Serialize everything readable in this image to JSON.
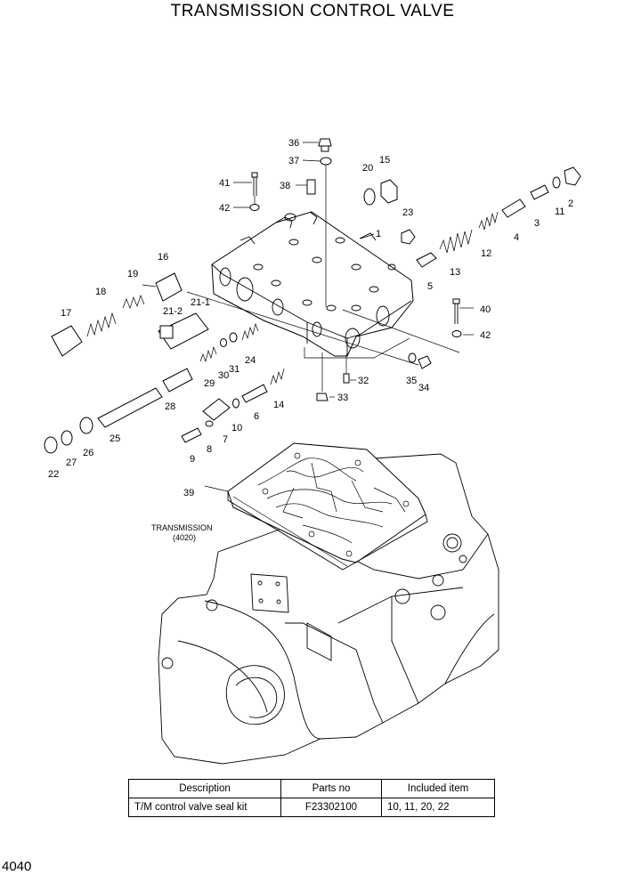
{
  "title": "TRANSMISSION CONTROL VALVE",
  "callouts": [
    "1",
    "2",
    "3",
    "4",
    "5",
    "6",
    "7",
    "8",
    "9",
    "10",
    "11",
    "12",
    "13",
    "14",
    "15",
    "16",
    "17",
    "18",
    "19",
    "20",
    "21-1",
    "21-2",
    "22",
    "23",
    "24",
    "25",
    "26",
    "27",
    "28",
    "29",
    "30",
    "31",
    "32",
    "33",
    "34",
    "35",
    "36",
    "37",
    "38",
    "39",
    "40",
    "41",
    "42",
    "42"
  ],
  "transmission_label": "TRANSMISSION",
  "transmission_model": "(4020)",
  "table": {
    "headers": [
      "Description",
      "Parts no",
      "Included item"
    ],
    "rows": [
      [
        "T/M control valve seal kit",
        "F23302100",
        "10, 11, 20, 22"
      ]
    ]
  },
  "page_number": "4040"
}
